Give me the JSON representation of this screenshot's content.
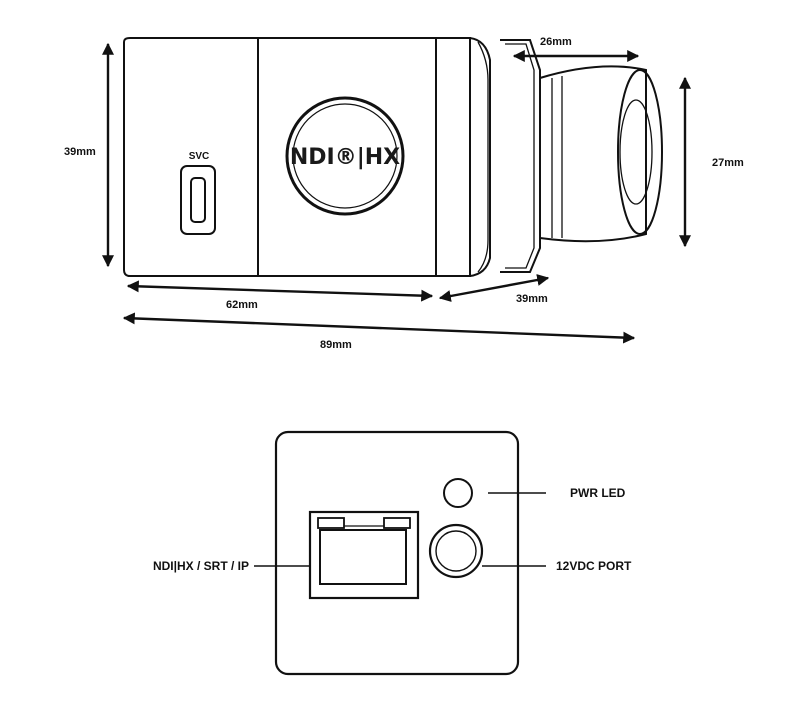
{
  "camera_side_view": {
    "logo_text": "NDI®|HX",
    "svc_label": "SVC",
    "dimensions": {
      "body_height": "39mm",
      "lens_length": "26mm",
      "lens_diameter": "27mm",
      "body_length": "62mm",
      "body_depth": "39mm",
      "total_length": "89mm"
    }
  },
  "rear_panel": {
    "callouts": {
      "ethernet": "NDI|HX / SRT / IP",
      "pwr_led": "PWR LED",
      "dc_port": "12VDC PORT"
    }
  }
}
